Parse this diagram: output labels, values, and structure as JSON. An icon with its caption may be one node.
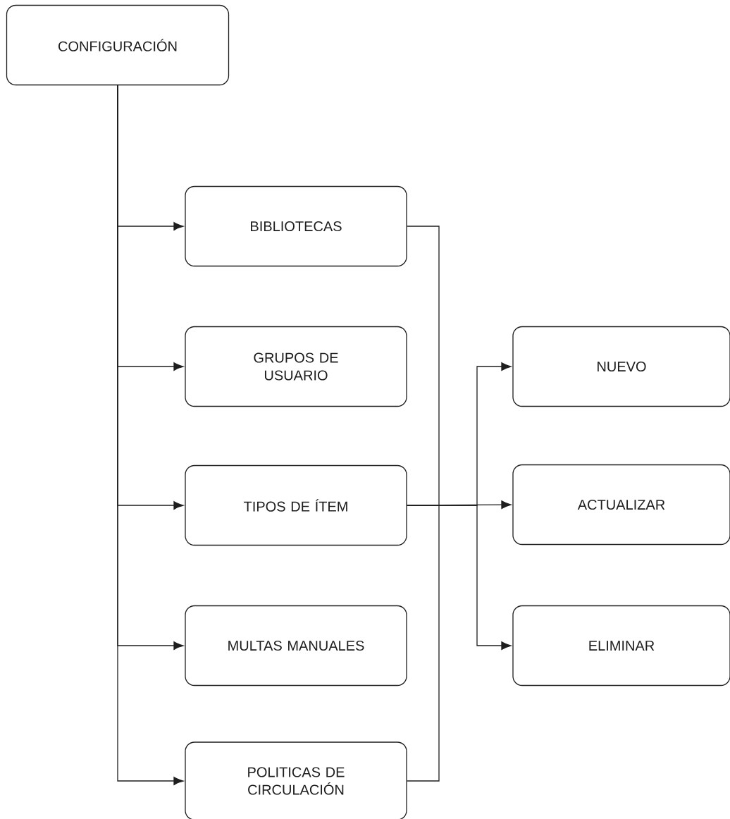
{
  "diagram": {
    "nodes": [
      {
        "text": [
          "CONFIGURACIÓN"
        ]
      },
      {
        "text": [
          "BIBLIOTECAS"
        ]
      },
      {
        "text": [
          "GRUPOS DE USUARIO"
        ]
      },
      {
        "text": [
          "TIPOS DE ÍTEM"
        ]
      },
      {
        "text": [
          "MULTAS MANUALES"
        ]
      },
      {
        "text": [
          "POLITICAS DE CIRCULACIÓN"
        ]
      },
      {
        "text": [
          "NUEVO"
        ]
      },
      {
        "text": [
          "ACTUALIZAR"
        ]
      },
      {
        "text": [
          "ELIMINAR"
        ]
      }
    ],
    "edges": [
      {
        "from": 0,
        "to": 1,
        "arrow": "to"
      },
      {
        "from": 0,
        "to": 2,
        "arrow": "to"
      },
      {
        "from": 0,
        "to": 3,
        "arrow": "to"
      },
      {
        "from": 0,
        "to": 4,
        "arrow": "to"
      },
      {
        "from": 0,
        "to": 5,
        "arrow": "to"
      },
      {
        "from": 1,
        "to": 5,
        "arrow": "none"
      },
      {
        "from": 3,
        "to": 6,
        "arrow": "to"
      },
      {
        "from": 3,
        "to": 7,
        "arrow": "to"
      },
      {
        "from": 3,
        "to": 8,
        "arrow": "to"
      }
    ]
  }
}
